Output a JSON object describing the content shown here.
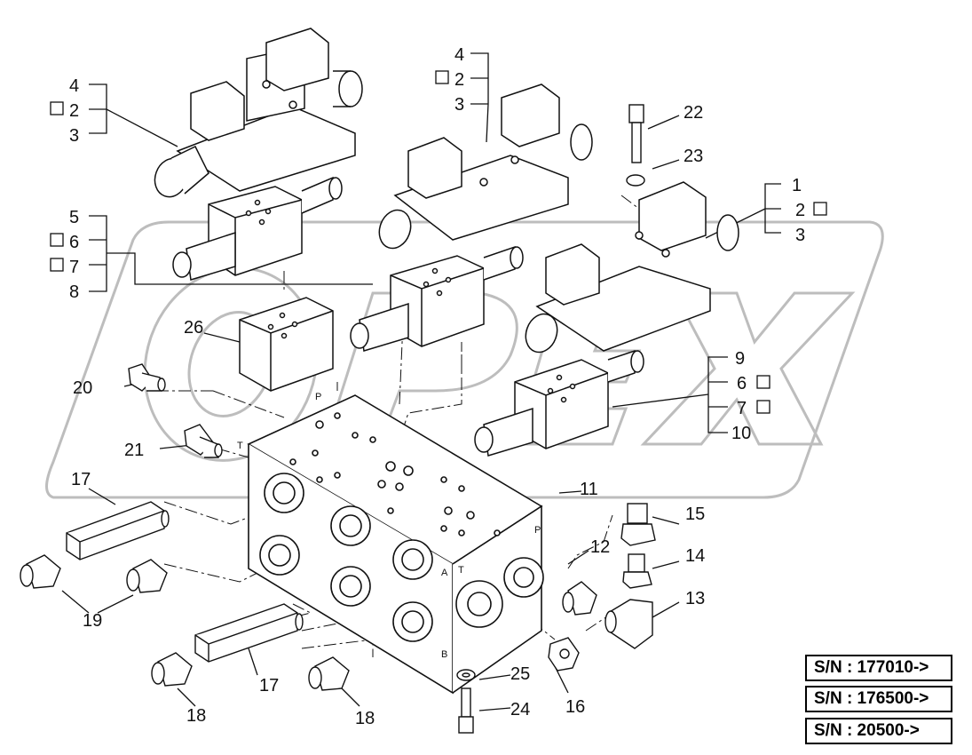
{
  "diagram": {
    "watermark": "OPEX",
    "callouts": {
      "v1_top": "4",
      "v1_mid": "2",
      "v1_bot": "3",
      "v2_top": "4",
      "v2_mid": "2",
      "v2_bot": "3",
      "v3_top": "1",
      "v3_mid": "2",
      "v3_bot": "3",
      "block_a": "5",
      "block_b": "6",
      "block_c": "7",
      "block_d": "8",
      "block2_a": "9",
      "block2_b": "6",
      "block2_c": "7",
      "block2_d": "10",
      "p11": "11",
      "p12": "12",
      "p13": "13",
      "p14": "14",
      "p15": "15",
      "p16": "16",
      "p17a": "17",
      "p17b": "17",
      "p18a": "18",
      "p18b": "18",
      "p19": "19",
      "p20": "20",
      "p21": "21",
      "p22": "22",
      "p23": "23",
      "p24": "24",
      "p25": "25",
      "p26": "26"
    },
    "port_letters": {
      "p1": "P",
      "t1": "T",
      "a": "A",
      "t2": "T",
      "b": "B",
      "p2": "P"
    }
  },
  "serial_numbers": [
    "S/N : 177010->",
    "S/N : 176500->",
    "S/N : 20500->"
  ]
}
